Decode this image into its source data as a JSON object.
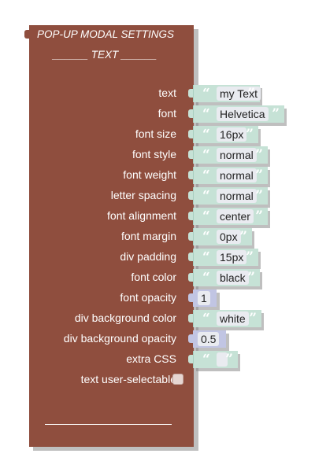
{
  "block": {
    "title": "POP-UP MODAL SETTINGS",
    "subtitle": "______ TEXT ______",
    "color": "#8f4e3e"
  },
  "rows": [
    {
      "label": "text",
      "type": "string",
      "value": "my Text"
    },
    {
      "label": "font",
      "type": "string",
      "value": "Helvetica"
    },
    {
      "label": "font size",
      "type": "string",
      "value": "16px"
    },
    {
      "label": "font style",
      "type": "string",
      "value": "normal"
    },
    {
      "label": "font weight",
      "type": "string",
      "value": "normal"
    },
    {
      "label": "letter spacing",
      "type": "string",
      "value": "normal"
    },
    {
      "label": "font alignment",
      "type": "string",
      "value": "center"
    },
    {
      "label": "font margin",
      "type": "string",
      "value": "0px"
    },
    {
      "label": "div padding",
      "type": "string",
      "value": "15px"
    },
    {
      "label": "font color",
      "type": "string",
      "value": "black"
    },
    {
      "label": "font opacity",
      "type": "number",
      "value": "1"
    },
    {
      "label": "div background color",
      "type": "string",
      "value": "white"
    },
    {
      "label": "div background opacity",
      "type": "number",
      "value": "0.5"
    },
    {
      "label": "extra CSS",
      "type": "string",
      "value": ""
    },
    {
      "label": "text user-selectable",
      "type": "checkbox",
      "checked": false
    }
  ],
  "colors": {
    "string_block": "#c6e2d6",
    "number_block": "#c1c5e3",
    "field": "#e9ebf0"
  },
  "icons": {
    "open_quote": "left-double-quote-icon",
    "close_quote": "right-double-quote-icon"
  }
}
